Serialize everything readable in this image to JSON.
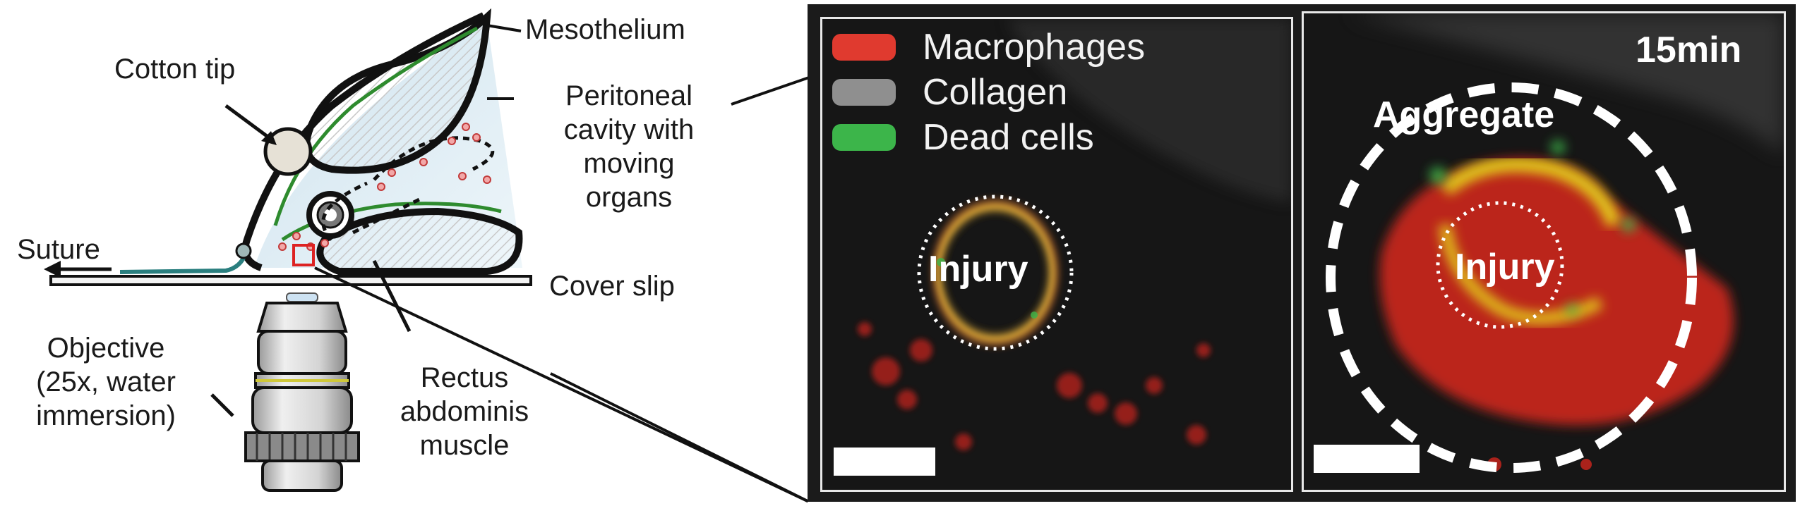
{
  "schematic": {
    "labels": {
      "mesothelium": "Mesothelium",
      "cotton_tip": "Cotton tip",
      "peritoneal_cavity": [
        "Peritoneal",
        "cavity with",
        "moving",
        "organs"
      ],
      "suture": "Suture",
      "cover_slip": "Cover slip",
      "objective": [
        "Objective",
        "(25x, water",
        "immersion)"
      ],
      "rectus": [
        "Rectus",
        "abdominis",
        "muscle"
      ]
    }
  },
  "panel_left": {
    "legend": [
      {
        "label": "Macrophages",
        "color": "#e03a2f"
      },
      {
        "label": "Collagen",
        "color": "#8f8f8f"
      },
      {
        "label": "Dead cells",
        "color": "#3cb54a"
      }
    ],
    "injury_label": "Injury"
  },
  "panel_right": {
    "time_label": "15min",
    "aggregate_label": "Aggregate",
    "injury_label": "Injury"
  },
  "colors": {
    "macrophage": "#e03a2f",
    "dead_cells": "#3cb54a",
    "overlap": "#e8e01a",
    "cavity_fill": "#d6e8f2",
    "mesothelium_line": "#2e8b2e"
  }
}
